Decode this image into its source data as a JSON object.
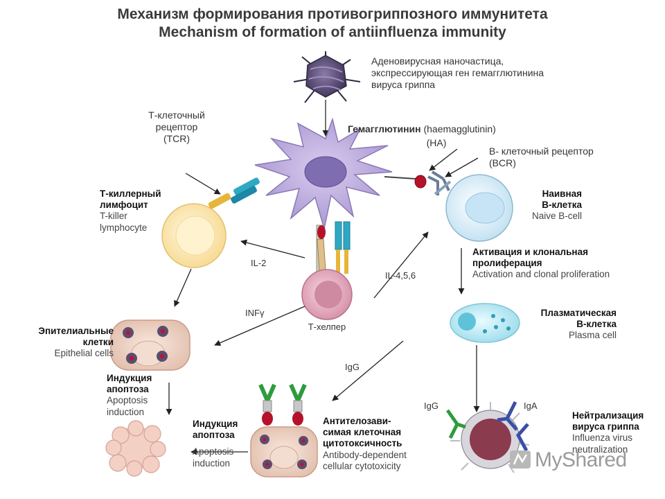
{
  "title": {
    "ru": "Механизм формирования противогриппозного иммунитета",
    "en": "Mechanism of formation of antiinfluenza immunity"
  },
  "adenovirus": {
    "line1": "Аденовирусная наночастица,",
    "line2": "экспрессирующая ген гемагглютинина",
    "line3": "вируса гриппа"
  },
  "ha": {
    "bold": "Гемагглютинин",
    "normal": "(haemagglutinin)",
    "abbr": "(HA)"
  },
  "tcr": {
    "line1": "Т-клеточный",
    "line2": "рецептор",
    "line3": "(TCR)"
  },
  "bcr": {
    "line1": "В- клеточный рецептор",
    "line2": "(BCR)"
  },
  "t_killer": {
    "ru1": "Т-киллерный",
    "ru2": "лимфоцит",
    "en1": "T-killer",
    "en2": "lymphocyte"
  },
  "naive_b": {
    "ru1": "Наивная",
    "ru2": "В-клетка",
    "en": "Naive B-cell"
  },
  "activation": {
    "ru1": "Активация и клональная",
    "ru2": "пролиферация",
    "en": "Activation and clonal proliferation"
  },
  "cytokines": {
    "il2": "IL-2",
    "il456": "IL-4,5,6",
    "infg": "INFγ",
    "igg_mid": "IgG"
  },
  "t_helper": {
    "label": "Т-хелпер"
  },
  "plasma": {
    "ru1": "Плазматическая",
    "ru2": "В-клетка",
    "en": "Plasma cell"
  },
  "epithelial": {
    "ru1": "Эпителиальные",
    "ru2": "клетки",
    "en": "Epithelial cells"
  },
  "apoptosis_left": {
    "ru1": "Индукция",
    "ru2": "апоптоза",
    "en1": "Apoptosis",
    "en2": "induction"
  },
  "apoptosis_mid": {
    "ru1": "Индукция",
    "ru2": "апоптоза",
    "en1": "Apoptosis",
    "en2": "induction"
  },
  "adcc": {
    "ru1": "Антителозави-",
    "ru2": "симая клеточная",
    "ru3": "цитотоксичность",
    "en1": "Antibody-dependent",
    "en2": "cellular cytotoxicity"
  },
  "neutral": {
    "ru1": "Нейтрализация",
    "ru2": "вируса гриппа",
    "en1": "Influenza virus",
    "en2": "neutralization",
    "igg": "IgG",
    "iga": "IgA"
  },
  "watermark": {
    "text": "MyShared"
  },
  "colors": {
    "dendritic": "#b9a9d9",
    "naive_b": "#d6ecf7",
    "t_killer": "#fde8b8",
    "t_helper": "#e9b2c4",
    "epithelial": "#efd8cc",
    "plasma": "#c6ecf4",
    "virus": "#6c5a8a",
    "antibody_green": "#2e9b3e",
    "antibody_blue": "#3a4fa6",
    "tcr_teal": "#2fa8c4",
    "ha_red": "#b5122a"
  }
}
